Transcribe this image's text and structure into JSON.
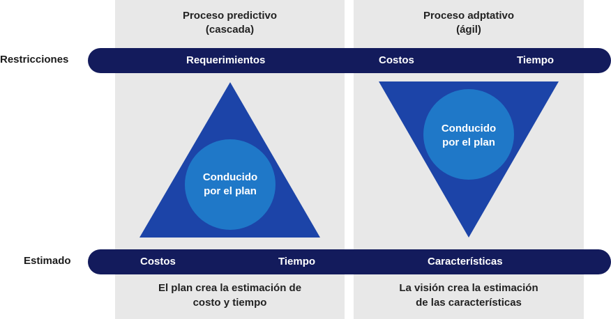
{
  "columns": {
    "predictive": {
      "title_line1": "Proceso predictivo",
      "title_line2": "(cascada)"
    },
    "adaptive": {
      "title_line1": "Proceso adptativo",
      "title_line2": "(ágil)"
    }
  },
  "rows": {
    "restricciones": "Restricciones",
    "estimado": "Estimado"
  },
  "top_bar": {
    "requerimientos": "Requerimientos",
    "costos": "Costos",
    "tiempo": "Tiempo"
  },
  "bottom_bar": {
    "costos": "Costos",
    "tiempo": "Tiempo",
    "caracteristicas": "Características"
  },
  "predictive_shape": {
    "line1": "Conducido",
    "line2": "por el plan"
  },
  "adaptive_shape": {
    "line1": "Conducido",
    "line2": "por el plan"
  },
  "captions": {
    "predictive": {
      "line1": "El plan crea la estimación de",
      "line2": "costo y tiempo"
    },
    "adaptive": {
      "line1": "La visión crea la estimación",
      "line2": "de las características"
    }
  },
  "colors": {
    "bar": "#131b5c",
    "triangle": "#1c44a8",
    "circle": "#1f78c8",
    "column_bg": "#e8e8e8"
  }
}
